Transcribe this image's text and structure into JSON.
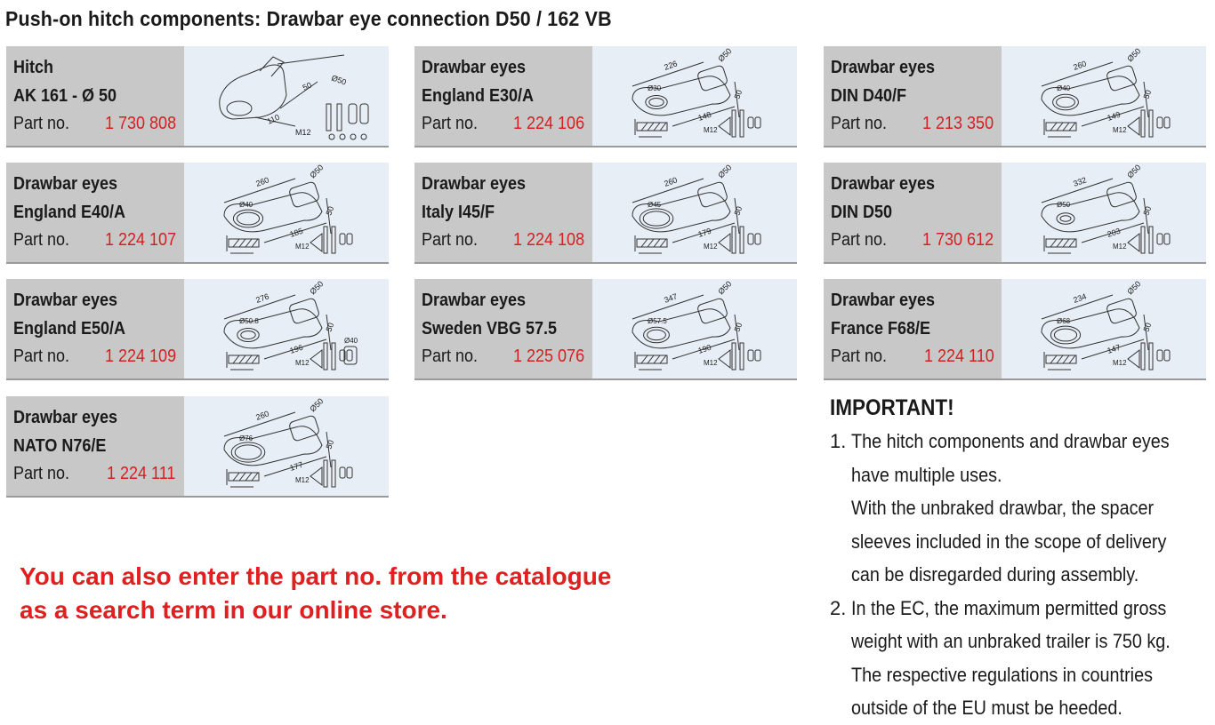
{
  "title": "Push-on hitch components: Drawbar eye connection D50 / 162 VB",
  "cards": [
    {
      "name": "Hitch",
      "model": "AK 161 - Ø 50",
      "part_label": "Part no.",
      "part_no": "1 730 808"
    },
    {
      "name": "Drawbar eyes",
      "model": "England E30/A",
      "part_label": "Part no.",
      "part_no": "1 224 106"
    },
    {
      "name": "Drawbar eyes",
      "model": "DIN D40/F",
      "part_label": "Part no.",
      "part_no": "1 213 350"
    },
    {
      "name": "Drawbar eyes",
      "model": "England E40/A",
      "part_label": "Part no.",
      "part_no": "1 224 107"
    },
    {
      "name": "Drawbar eyes",
      "model": "Italy I45/F",
      "part_label": "Part no.",
      "part_no": "1 224 108"
    },
    {
      "name": "Drawbar eyes",
      "model": "DIN D50",
      "part_label": "Part no.",
      "part_no": "1 730 612"
    },
    {
      "name": "Drawbar eyes",
      "model": "England E50/A",
      "part_label": "Part no.",
      "part_no": "1 224 109"
    },
    {
      "name": "Drawbar eyes",
      "model": "Sweden VBG 57.5",
      "part_label": "Part no.",
      "part_no": "1 225 076"
    },
    {
      "name": "Drawbar eyes",
      "model": "France F68/E",
      "part_label": "Part no.",
      "part_no": "1 224 110"
    },
    {
      "name": "Drawbar eyes",
      "model": "NATO N76/E",
      "part_label": "Part no.",
      "part_no": "1 224 111"
    }
  ],
  "drawings": [
    {
      "d1": "Ø50",
      "d2": "50",
      "d3": "110",
      "bolt": "M12"
    },
    {
      "d1": "226",
      "d2": "Ø50",
      "d3": "Ø30",
      "d4": "148",
      "d5": "50",
      "bolt": "M12"
    },
    {
      "d1": "260",
      "d2": "Ø50",
      "d3": "Ø40",
      "d4": "149",
      "d5": "50",
      "bolt": "M12"
    },
    {
      "d1": "260",
      "d2": "Ø50",
      "d3": "Ø40",
      "d4": "185",
      "d5": "50",
      "bolt": "M12"
    },
    {
      "d1": "260",
      "d2": "Ø50",
      "d3": "Ø45",
      "d4": "179",
      "d5": "50",
      "bolt": "M12"
    },
    {
      "d1": "332",
      "d2": "Ø50",
      "d3": "Ø50",
      "d4": "203",
      "d5": "50",
      "bolt": "M12"
    },
    {
      "d1": "276",
      "d2": "Ø50",
      "d3": "Ø50.8",
      "d4": "196",
      "d5": "50",
      "bolt": "M12",
      "extra": "Ø40"
    },
    {
      "d1": "347",
      "d2": "Ø50",
      "d3": "Ø57.5",
      "d4": "190",
      "d5": "50",
      "bolt": "M12"
    },
    {
      "d1": "234",
      "d2": "Ø50",
      "d3": "Ø68",
      "d4": "147",
      "d5": "50",
      "bolt": "M12"
    },
    {
      "d1": "260",
      "d2": "Ø50",
      "d3": "Ø76",
      "d4": "177",
      "d5": "50",
      "bolt": "M12"
    }
  ],
  "promo": {
    "line1": "You can also enter the part no. from the catalogue",
    "line2": "as a search term in our online store."
  },
  "important": {
    "heading": "IMPORTANT!",
    "notes": [
      {
        "num": "1.",
        "lines": [
          "The hitch components and drawbar eyes",
          "have multiple uses.",
          "With the unbraked drawbar, the spacer",
          "sleeves included in the scope of delivery",
          "can be disregarded during assembly."
        ]
      },
      {
        "num": "2.",
        "lines": [
          "In the EC, the maximum permitted gross",
          "weight with an unbraked trailer is 750 kg.",
          "The respective regulations in countries",
          "outside of the EU must be heeded."
        ]
      }
    ]
  }
}
